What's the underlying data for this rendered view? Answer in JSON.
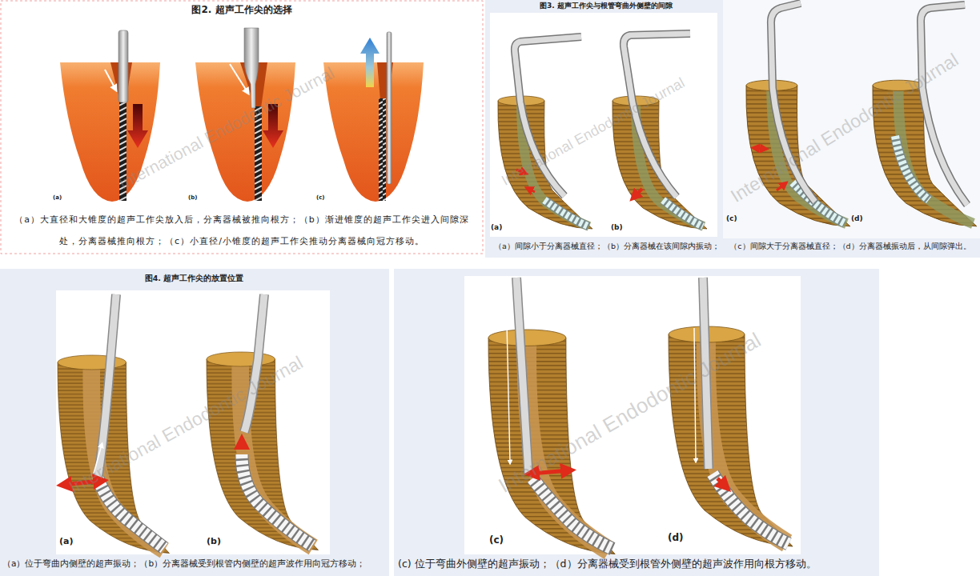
{
  "diagram": {
    "labels": [
      "图2. 超声工作尖的选择",
      "(a)",
      "(b)",
      "(c)",
      "（a）大直径和大锥度的超声工作尖放入后，分离器械被推向根方；（b）渐进锥度的超声工作尖进入间隙深处，分离器械推向根方；（c）小直径/小锥度的超声工作尖推动分离器械向冠方移动。",
      "International Endodontic Journal",
      "图3. 超声工作尖与根管弯曲外侧壁的间隙",
      "(a)",
      "(b)",
      "(c)",
      "(d)",
      "（a）间隙小于分离器械直径；（b）分离器械在该间隙内振动；",
      "（c）间隙大于分离器械直径；（d）分离器械振动后，从间隙弹出。",
      "International Endodontic Journal",
      "International Endodontic Journal",
      "图4. 超声工作尖的放置位置",
      "(a)",
      "(b)",
      "（a）位于弯曲内侧壁的超声振动；（b）分离器械受到根管内侧壁的超声波作用向冠方移动；",
      "International Endodontic Journal",
      "(c)",
      "(d)",
      "(c) 位于弯曲外侧壁的超声振动；（d）分离器械受到根管外侧壁的超声波作用向根方移动。",
      "International Endodontic Journal"
    ]
  }
}
